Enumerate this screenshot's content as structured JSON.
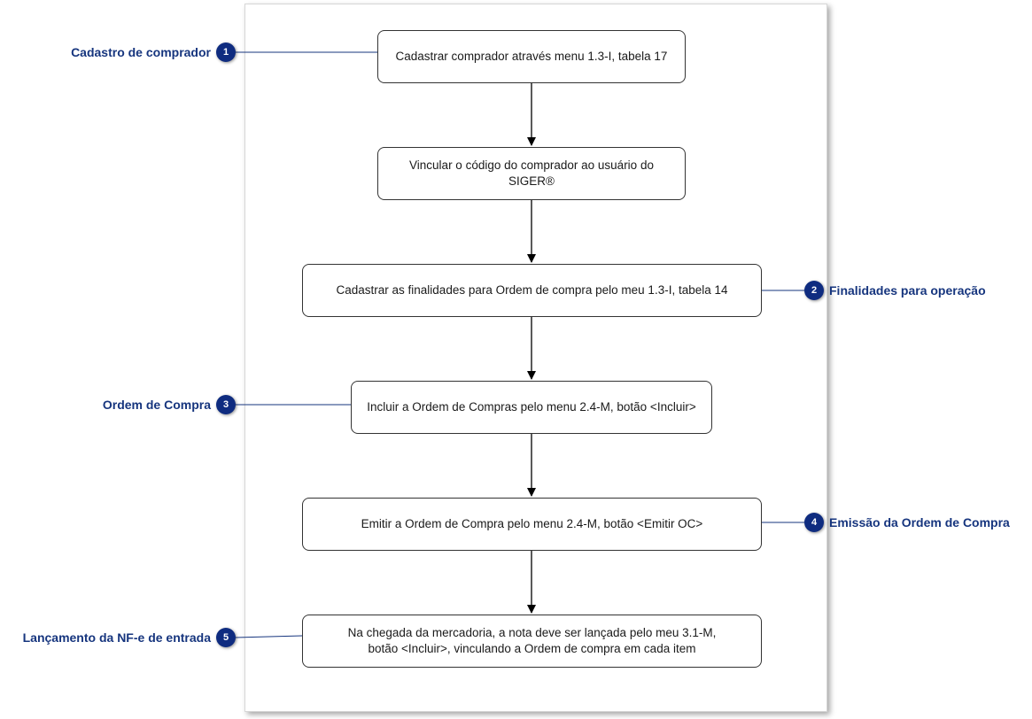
{
  "steps": [
    {
      "text": "Cadastrar comprador através menu 1.3-I, tabela 17"
    },
    {
      "text": "Vincular o código do comprador ao usuário do SIGER®"
    },
    {
      "text": "Cadastrar as finalidades para Ordem de compra pelo meu 1.3-I, tabela 14"
    },
    {
      "text": "Incluir a Ordem de Compras pelo menu 2.4-M, botão <Incluir>"
    },
    {
      "text": "Emitir a Ordem de Compra pelo menu 2.4-M, botão <Emitir OC>"
    },
    {
      "text": "Na chegada da mercadoria, a nota deve ser lançada pelo meu 3.1-M, botão <Incluir>, vinculando a Ordem de compra em cada item"
    }
  ],
  "callouts": [
    {
      "number": "1",
      "label": "Cadastro de comprador"
    },
    {
      "number": "2",
      "label": "Finalidades para operação"
    },
    {
      "number": "3",
      "label": "Ordem de Compra"
    },
    {
      "number": "4",
      "label": "Emissão da Ordem de Compra"
    },
    {
      "number": "5",
      "label": "Lançamento da NF-e de entrada"
    }
  ],
  "colors": {
    "callout_text": "#16357e",
    "badge": "#0f2c80",
    "line": "#16357e"
  }
}
